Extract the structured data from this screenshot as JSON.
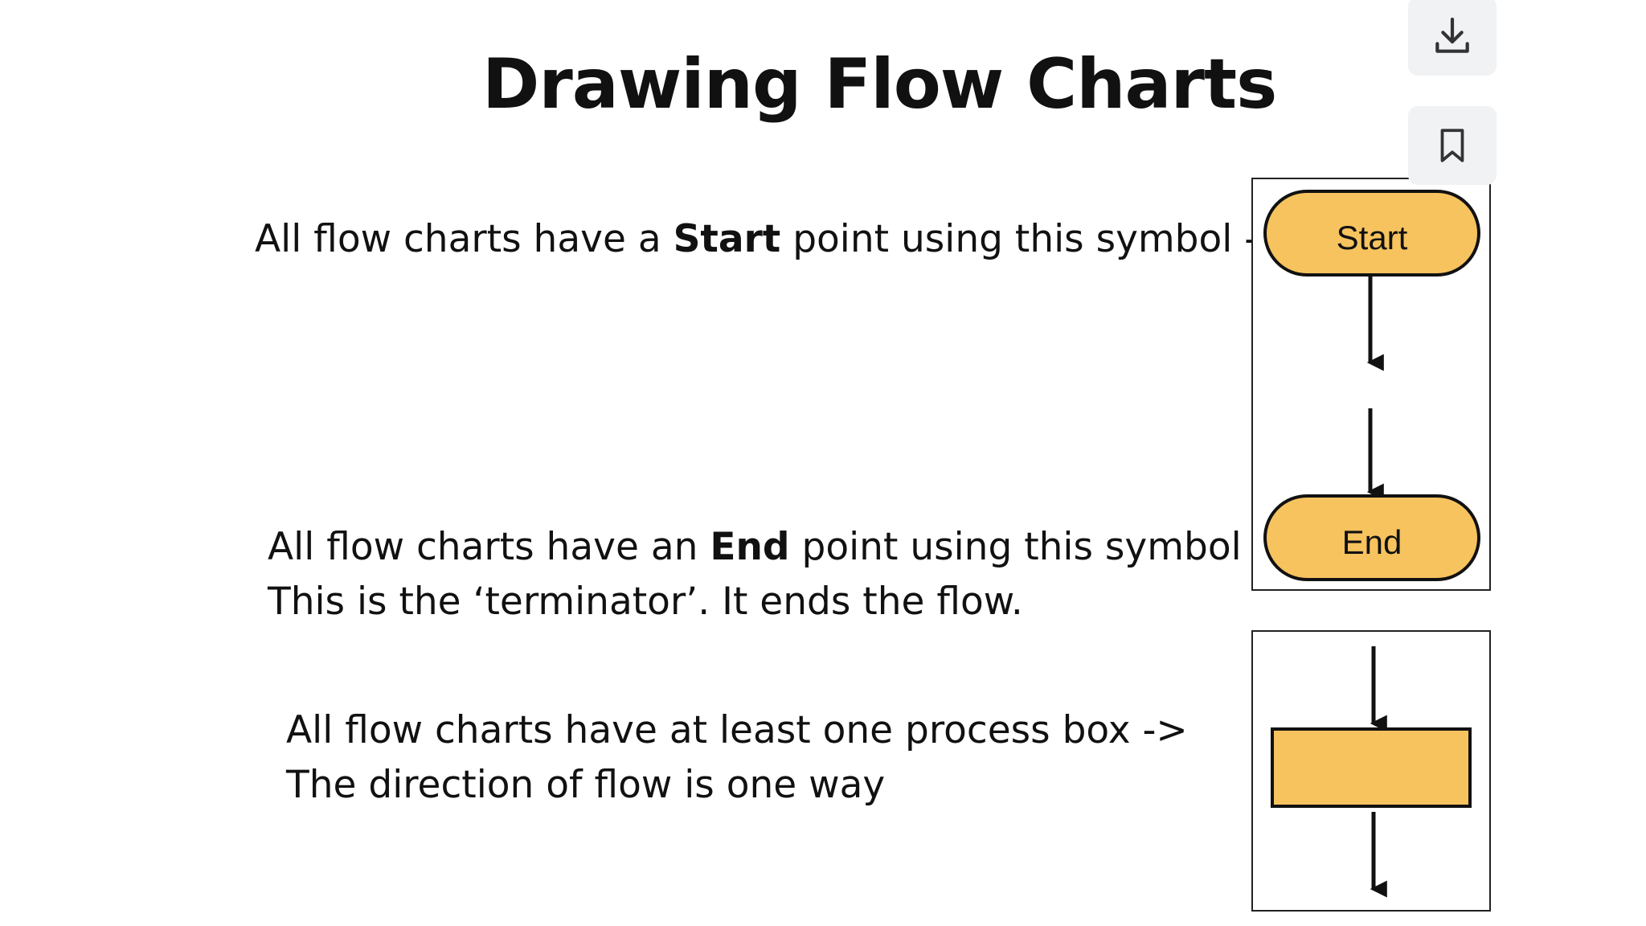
{
  "slide": {
    "title": "Drawing Flow Charts",
    "start_line": {
      "pre": "All flow charts have a ",
      "bold": "Start",
      "post": " point using this symbol ->"
    },
    "end_line": {
      "pre": "All flow charts have an ",
      "bold": "End",
      "post": " point using this symbol ->"
    },
    "end_note": "This is the ‘terminator’. It ends the flow.",
    "process_line": "All flow charts have at least one process box ->",
    "process_note": "The direction of flow is one way"
  },
  "diagram": {
    "start_label": "Start",
    "end_label": "End",
    "fill_color": "#f7c35f",
    "stroke_color": "#111111"
  },
  "toolbar": {
    "download_icon": "download-icon",
    "bookmark_icon": "bookmark-icon"
  }
}
